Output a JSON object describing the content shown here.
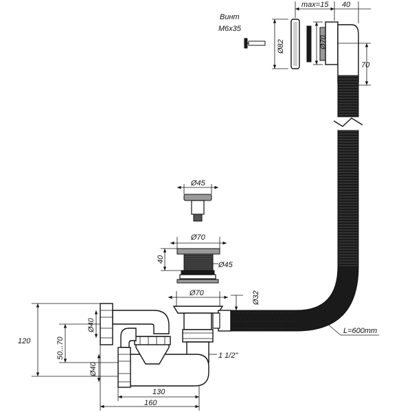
{
  "screw_label": {
    "line1": "Винт",
    "line2": "M6x35"
  },
  "dims": {
    "max15": "max=15",
    "w40_top": "40",
    "d82": "Ø82",
    "d70_overflow": "Ø70",
    "h70": "70",
    "d45_cap": "Ø45",
    "d70_drain": "Ø70",
    "h40_drain": "40",
    "d45_drain": "Ø45",
    "d70_lower": "Ø70",
    "d32": "Ø32",
    "length": "L=600mm",
    "d40_upper": "Ø40",
    "d40_lower": "Ø40",
    "range_50_70": "50...70",
    "h120": "120",
    "thread": "1 1/2\"",
    "w130": "130",
    "w160": "160"
  }
}
